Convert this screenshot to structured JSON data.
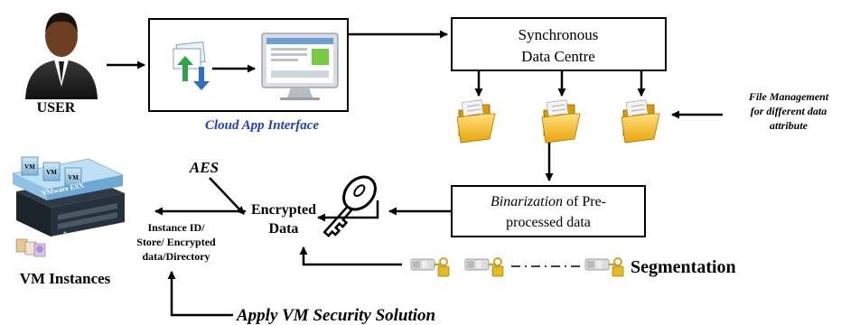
{
  "user": {
    "label": "USER"
  },
  "app_interface": {
    "label": "Cloud App Interface"
  },
  "data_centre": {
    "line1": "Synchronous",
    "line2": "Data Centre"
  },
  "file_management": {
    "line1": "File Management",
    "line2": "for different data",
    "line3": "attribute"
  },
  "binarization": {
    "line1_italic": "Binarization",
    "line1_rest": " of Pre-",
    "line2": "processed data"
  },
  "encrypted_data": {
    "line1": "Encrypted",
    "line2": "Data"
  },
  "aes": {
    "label": "AES"
  },
  "instance_info": {
    "line1": "Instance ID/",
    "line2": "Store/ Encrypted",
    "line3": "data/Directory"
  },
  "vm": {
    "label": "VM Instances",
    "logo_text": "VMware ESX",
    "box_label": "VM"
  },
  "segmentation": {
    "label": "Segmentation"
  },
  "vm_security": {
    "label": "Apply VM Security Solution"
  },
  "colors": {
    "interface_label": "#1f3fbf",
    "folder": "#f2b418",
    "arrow": "#000000"
  }
}
